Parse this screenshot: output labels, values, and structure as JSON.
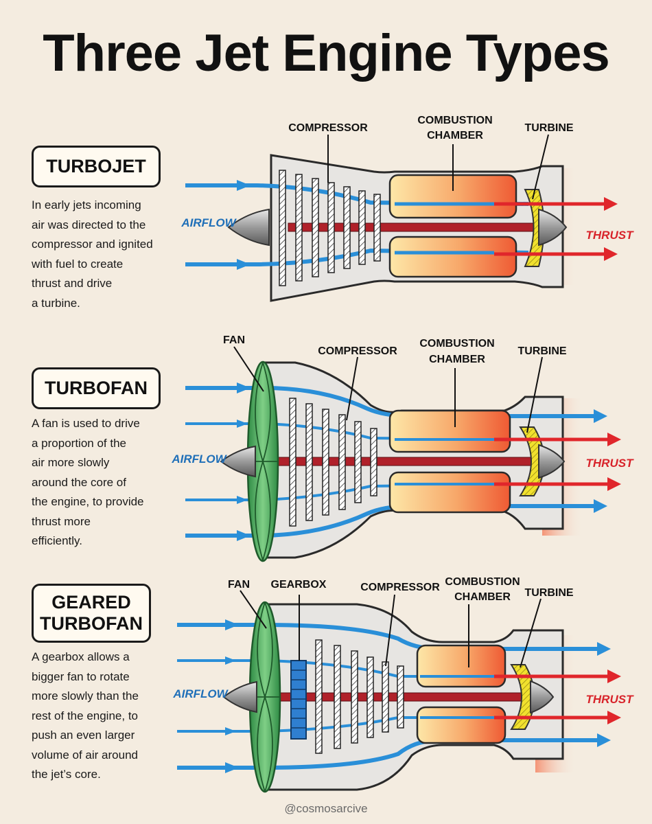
{
  "title": "Three Jet Engine Types",
  "credit": "@cosmosarcive",
  "colors": {
    "background": "#f4ece0",
    "airflow": "#2a8fd8",
    "thrust": "#e0262b",
    "shaft": "#b0212a",
    "fan": "#3c9a50",
    "gearbox": "#2f7fd0",
    "turbine": "#f1e12e",
    "combustion_hot": "#f2703a",
    "combustion_cool": "#fde7a8"
  },
  "engines": [
    {
      "id": "turbojet",
      "name": "TURBOJET",
      "description_lines": [
        "In early jets incoming",
        "air was directed to the",
        "compressor and ignited",
        "with fuel to create",
        "thrust and drive",
        "a turbine."
      ],
      "labels": {
        "compressor": "COMPRESSOR",
        "combustion": [
          "COMBUSTION",
          "CHAMBER"
        ],
        "turbine": "TURBINE"
      },
      "airflow_label": "AIRFLOW",
      "thrust_label": "THRUST"
    },
    {
      "id": "turbofan",
      "name": "TURBOFAN",
      "description_lines": [
        "A fan is used to drive",
        "a proportion of the",
        "air more slowly",
        "around the core of",
        "the engine, to provide",
        "thrust more",
        "efficiently."
      ],
      "labels": {
        "fan": "FAN",
        "compressor": "COMPRESSOR",
        "combustion": [
          "COMBUSTION",
          "CHAMBER"
        ],
        "turbine": "TURBINE"
      },
      "airflow_label": "AIRFLOW",
      "thrust_label": "THRUST"
    },
    {
      "id": "geared-turbofan",
      "name": [
        "GEARED",
        "TURBOFAN"
      ],
      "description_lines": [
        "A gearbox allows a",
        "bigger fan to rotate",
        "more slowly than the",
        "rest of the engine, to",
        "push an even larger",
        "volume of air around",
        "the jet’s core."
      ],
      "labels": {
        "fan": "FAN",
        "gearbox": "GEARBOX",
        "compressor": "COMPRESSOR",
        "combustion": [
          "COMBUSTION",
          "CHAMBER"
        ],
        "turbine": "TURBINE"
      },
      "airflow_label": "AIRFLOW",
      "thrust_label": "THRUST"
    }
  ]
}
